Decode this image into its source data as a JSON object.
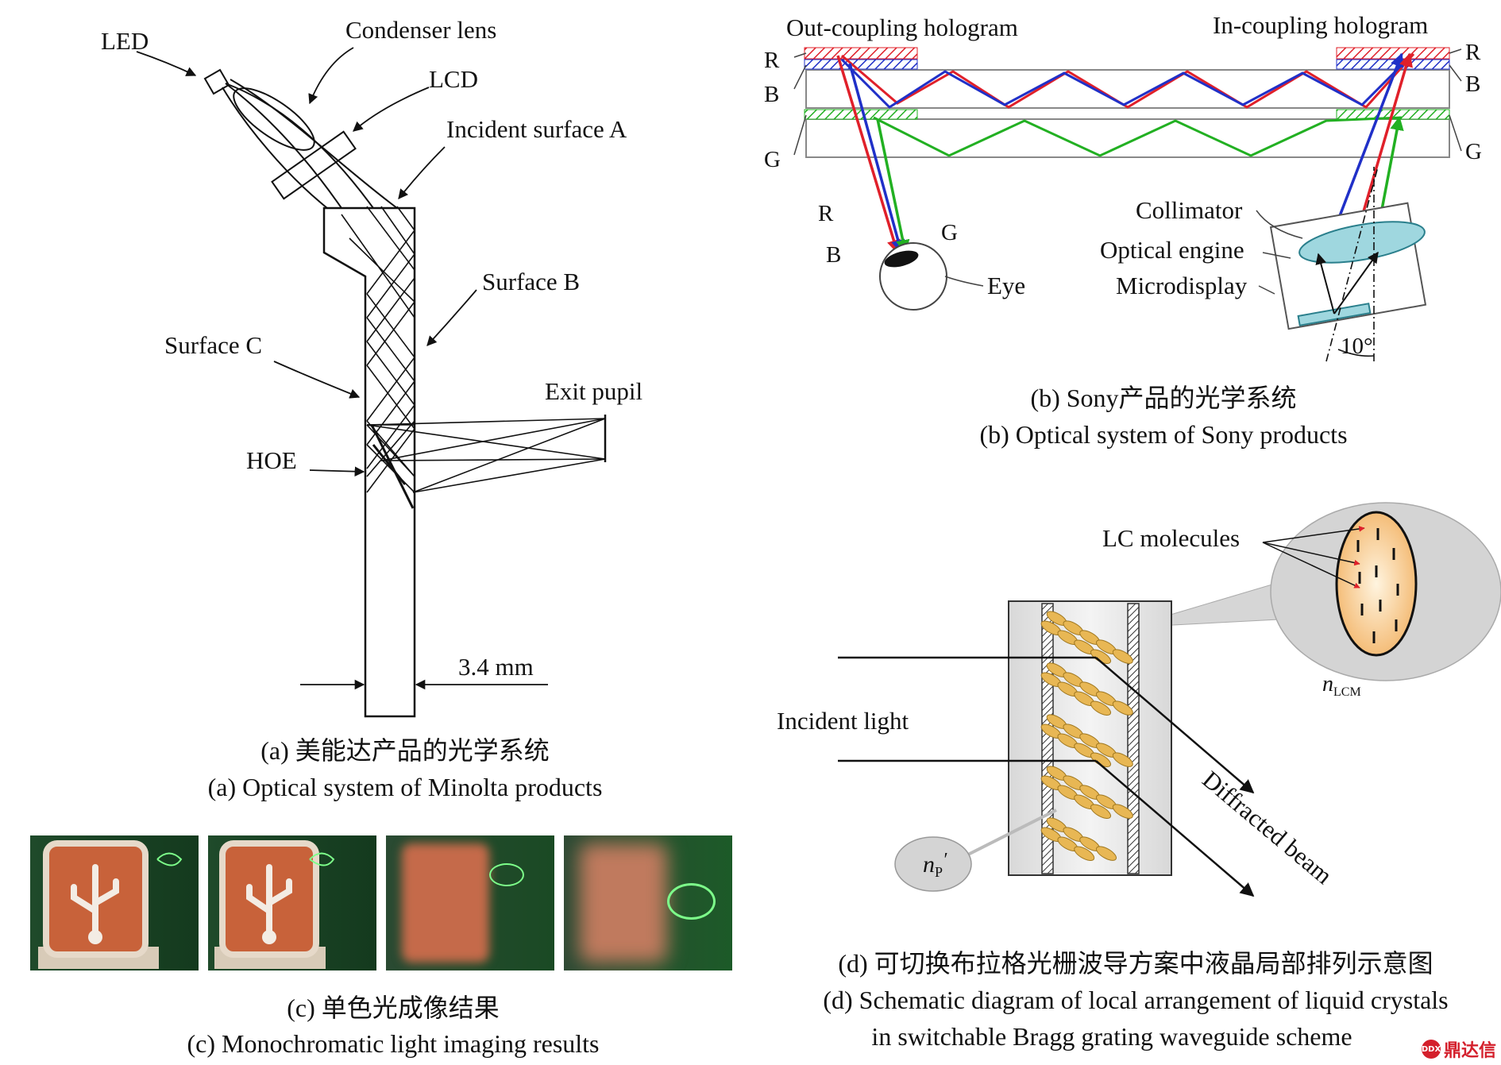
{
  "panel_a": {
    "labels": {
      "led": "LED",
      "condenser": "Condenser lens",
      "lcd": "LCD",
      "surface_a": "Incident surface A",
      "surface_b": "Surface B",
      "surface_c": "Surface C",
      "exit_pupil": "Exit pupil",
      "hoe": "HOE",
      "dimension": "3.4 mm"
    },
    "caption_cn": "(a) 美能达产品的光学系统",
    "caption_en": "(a) Optical system of Minolta products"
  },
  "panel_b": {
    "labels": {
      "out_coupling": "Out-coupling hologram",
      "in_coupling": "In-coupling hologram",
      "r_left": "R",
      "b_left": "B",
      "g_left": "G",
      "r_right": "R",
      "b_right": "B",
      "g_right": "G",
      "beam_r": "R",
      "beam_b": "B",
      "beam_g": "G",
      "eye": "Eye",
      "collimator": "Collimator",
      "optical_engine": "Optical engine",
      "microdisplay": "Microdisplay",
      "angle": "10°"
    },
    "colors": {
      "red": "#e0202a",
      "blue": "#2030c8",
      "green": "#22b022"
    },
    "caption_cn": "(b) Sony产品的光学系统",
    "caption_en": "(b) Optical system of Sony products"
  },
  "panel_c": {
    "caption_cn": "(c) 单色光成像结果",
    "caption_en": "(c) Monochromatic light imaging results"
  },
  "panel_d": {
    "labels": {
      "lc_molecules": "LC molecules",
      "incident_light": "Incident light",
      "diffracted_beam": "Diffracted beam",
      "n_lcm_base": "n",
      "n_lcm_sub": "LCM",
      "n_p_base": "n",
      "n_p_sub": "P",
      "n_p_prime": "′"
    },
    "caption_cn": "(d) 可切换布拉格光栅波导方案中液晶局部排列示意图",
    "caption_en_1": "(d) Schematic diagram of local arrangement of liquid crystals",
    "caption_en_2": "in switchable Bragg grating waveguide scheme"
  },
  "watermark": {
    "text": "鼎达信",
    "mark": "DDX"
  }
}
